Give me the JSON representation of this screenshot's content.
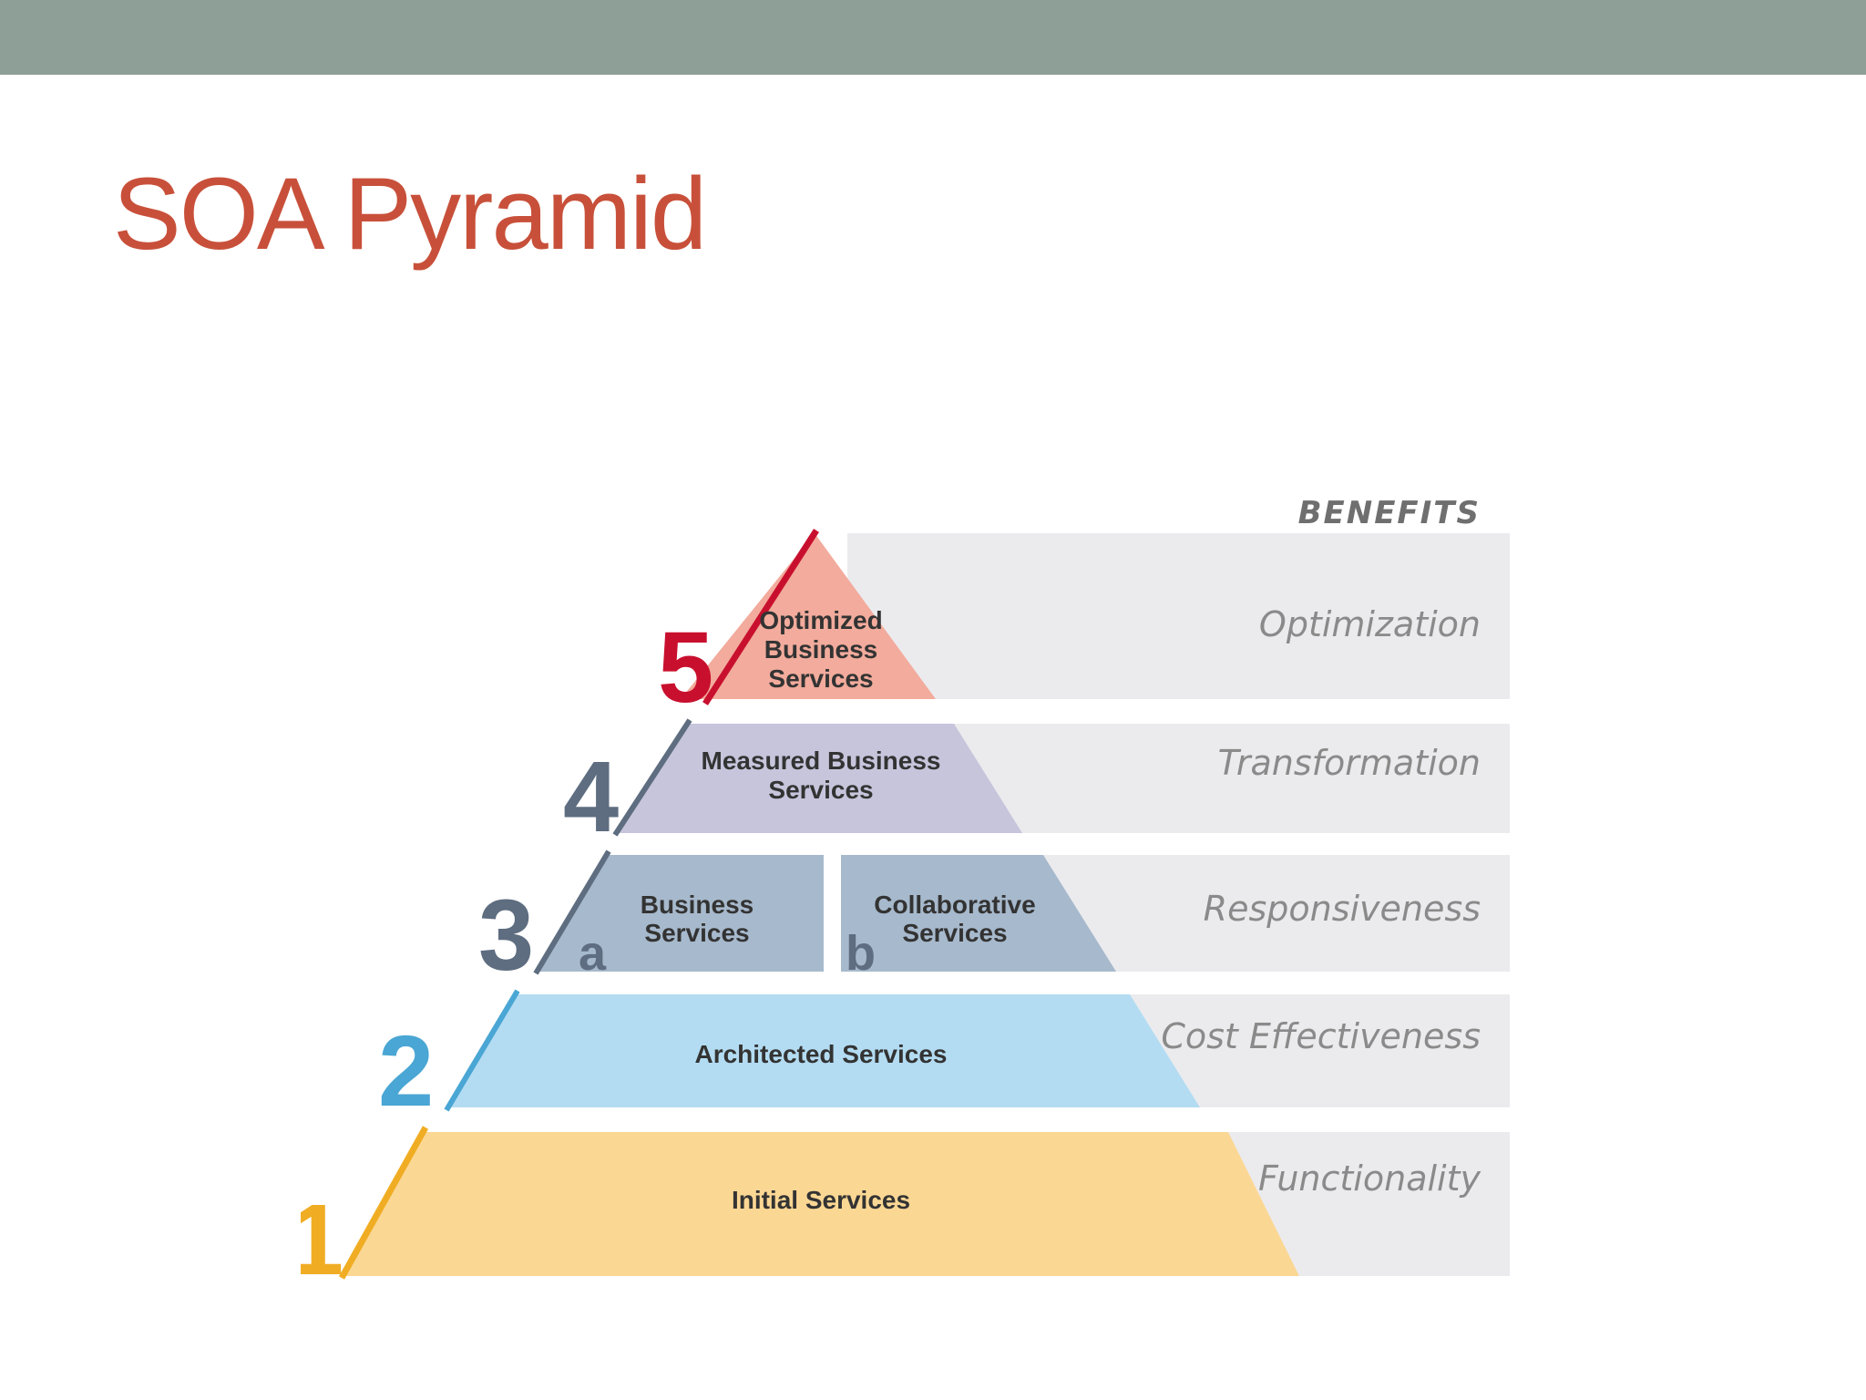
{
  "slide": {
    "title": "SOA Pyramid"
  },
  "diagram": {
    "benefits_header": "BENEFITS",
    "tiers": [
      {
        "number": "5",
        "label_lines": [
          "Optimized",
          "Business",
          "Services"
        ],
        "benefit": "Optimization",
        "color": "#f2ab9c",
        "accent": "#c8102e"
      },
      {
        "number": "4",
        "label_lines": [
          "Measured Business",
          "Services"
        ],
        "benefit": "Transformation",
        "color": "#c7c5dc",
        "accent": "#5e6d80"
      },
      {
        "number": "3",
        "benefit": "Responsiveness",
        "color": "#a7b9cc",
        "accent": "#5e6d80",
        "parts": [
          {
            "letter": "a",
            "label_lines": [
              "Business",
              "Services"
            ]
          },
          {
            "letter": "b",
            "label_lines": [
              "Collaborative",
              "Services"
            ]
          }
        ]
      },
      {
        "number": "2",
        "label_lines": [
          "Architected Services"
        ],
        "benefit": "Cost Effectiveness",
        "color": "#b3dcf2",
        "accent": "#4aa6d4"
      },
      {
        "number": "1",
        "label_lines": [
          "Initial Services"
        ],
        "benefit": "Functionality",
        "color": "#fbd794",
        "accent": "#f0ad24"
      }
    ],
    "band_color": "#ebebee"
  }
}
